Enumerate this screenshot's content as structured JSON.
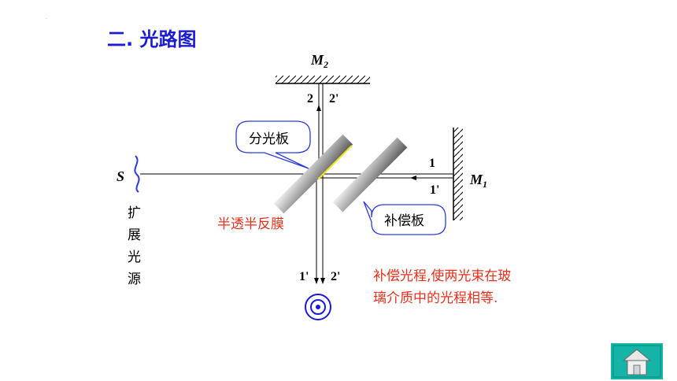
{
  "title": "二. 光路图",
  "labels": {
    "m2": "M",
    "m2_sub": "2",
    "m1": "M",
    "m1_sub": "1",
    "source_s": "S",
    "ray_2": "2",
    "ray_2p_top": "2'",
    "ray_1": "1",
    "ray_1p": "1'",
    "ray_1p_bottom": "1'",
    "ray_2p_bottom": "2'"
  },
  "callouts": {
    "beam_splitter": "分光板",
    "compensator": "补偿板"
  },
  "extended_source": [
    "扩",
    "展",
    "光",
    "源"
  ],
  "half_film": "半透半反膜",
  "note_lines": [
    "补偿光程,使两光束在玻",
    "璃介质中的光程相等."
  ],
  "colors": {
    "title": "#1a1ad8",
    "red_text": "#e8301c",
    "callout_border": "#2a3adf",
    "film": "#f2e21a",
    "home_bg": "#14b4a6",
    "target": "#1a1ad8"
  }
}
